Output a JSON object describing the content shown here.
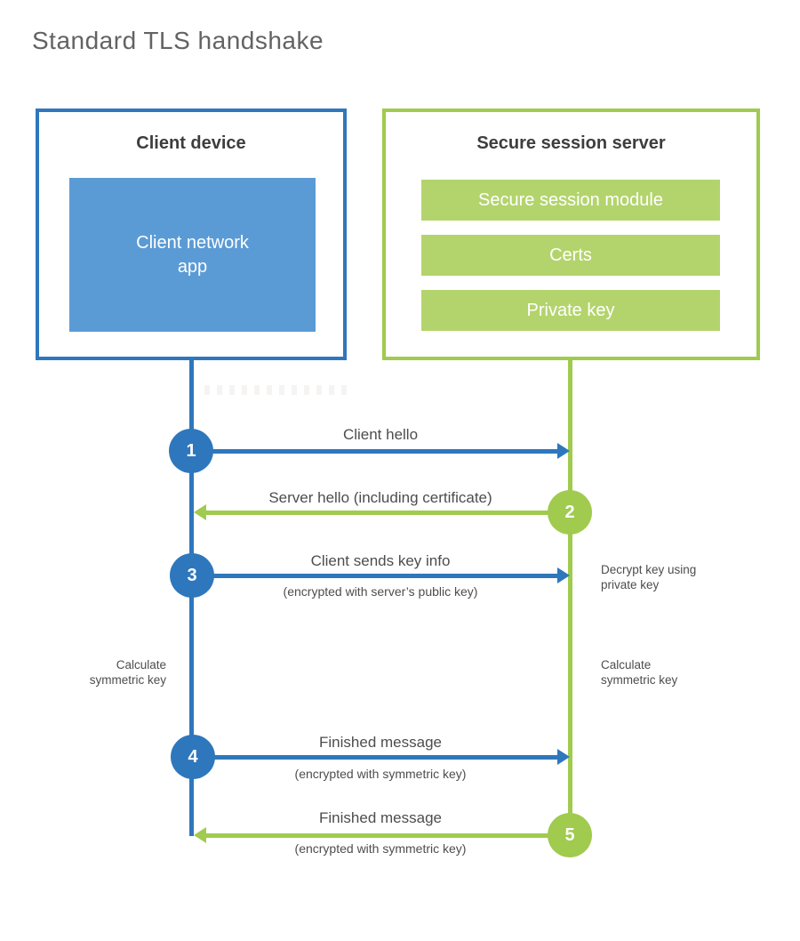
{
  "title": "Standard TLS handshake",
  "colors": {
    "blue": "#2e77bd",
    "blue_fill": "#5b9bd5",
    "green": "#a0cb4e",
    "green_fill": "#b3d46c",
    "text_dark": "#3d3d3d",
    "text_med": "#4d4d4d",
    "title_color": "#636363"
  },
  "client": {
    "title": "Client device",
    "app_label": "Client network\napp"
  },
  "server": {
    "title": "Secure session server",
    "modules": [
      "Secure session module",
      "Certs",
      "Private key"
    ]
  },
  "steps": [
    {
      "num": "1",
      "direction": "client-to-server",
      "label": "Client hello",
      "sublabel": ""
    },
    {
      "num": "2",
      "direction": "server-to-client",
      "label": "Server hello (including certificate)",
      "sublabel": ""
    },
    {
      "num": "3",
      "direction": "client-to-server",
      "label": "Client sends key info",
      "sublabel": "(encrypted with server’s public key)"
    },
    {
      "num": "4",
      "direction": "client-to-server",
      "label": "Finished message",
      "sublabel": "(encrypted with symmetric key)"
    },
    {
      "num": "5",
      "direction": "server-to-client",
      "label": "Finished message",
      "sublabel": "(encrypted with symmetric key)"
    }
  ],
  "notes": {
    "decrypt": "Decrypt key using\nprivate key",
    "calc_left": "Calculate\nsymmetric key",
    "calc_right": "Calculate\nsymmetric key"
  }
}
